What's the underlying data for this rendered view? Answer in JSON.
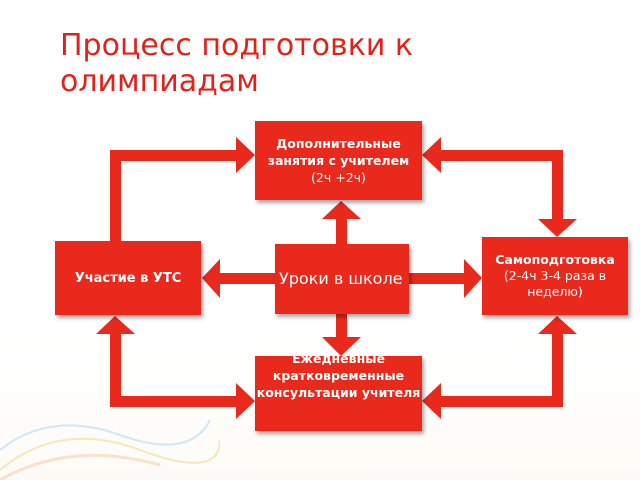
{
  "slide": {
    "title": "Процесс подготовки к олимпиадам",
    "colors": {
      "accent": "#e8291c",
      "title": "#e0221a",
      "text_on_box": "#ffffff"
    }
  },
  "diagram": {
    "top_box": {
      "bold": "Дополнительные занятия с учителем",
      "normal": "(2ч +2ч)"
    },
    "left_box": {
      "label": "Участие в УТС"
    },
    "center_box": {
      "label": "Уроки в школе"
    },
    "right_box": {
      "bold": "Самоподготовка",
      "normal": "(2-4ч 3-4 раза в неделю)"
    },
    "bottom_box": {
      "bold": "Ежедневные кратковременные консультации учителя"
    }
  }
}
